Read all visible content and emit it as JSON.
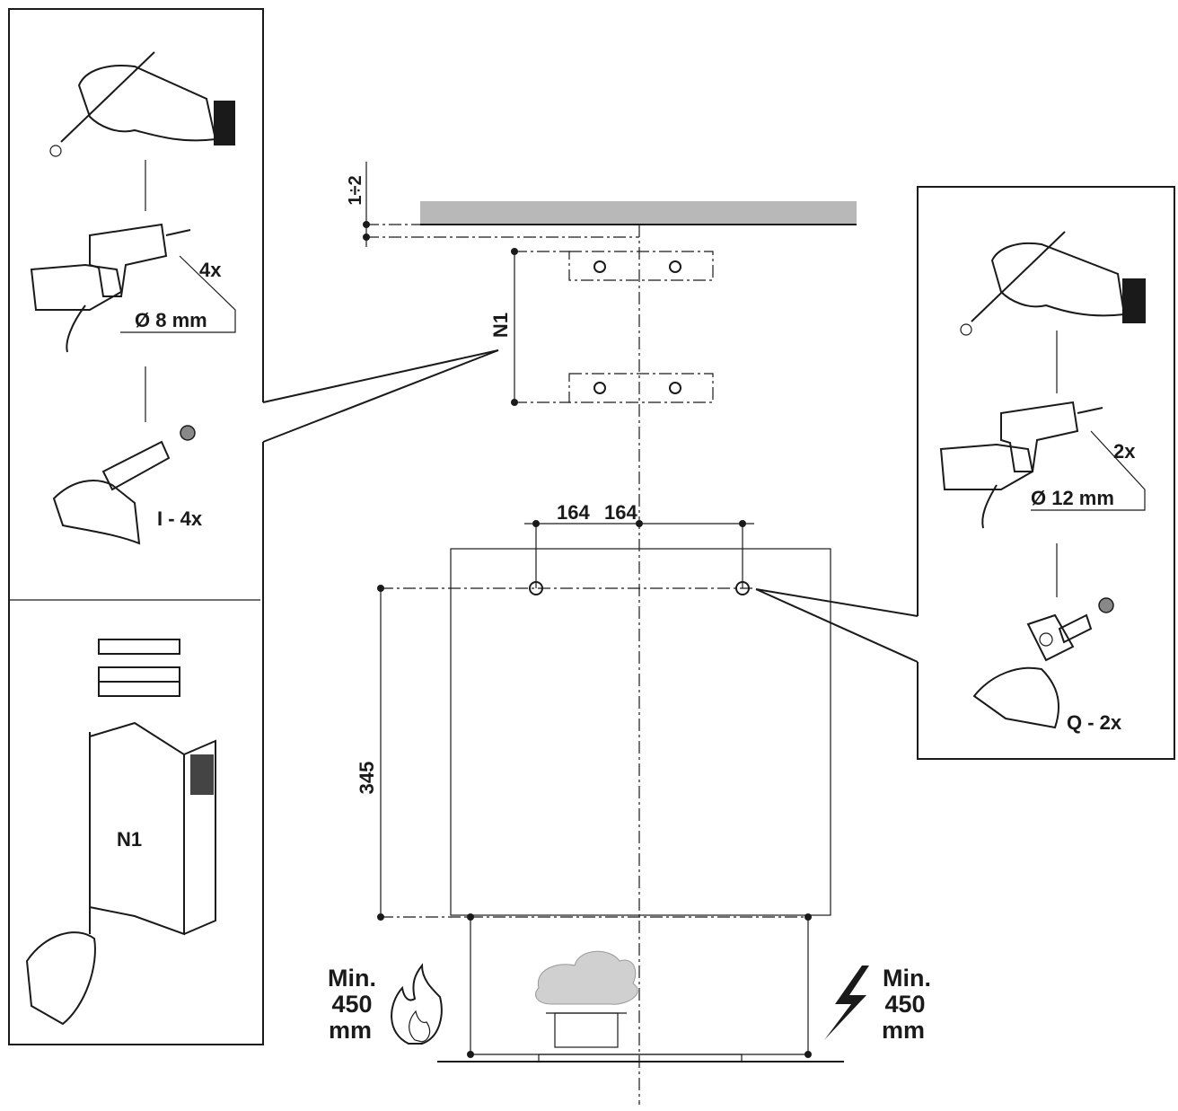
{
  "left_panel": {
    "drill_count": "4x",
    "drill_diameter": "Ø 8 mm",
    "plug_count": "I - 4x",
    "chimney_label": "N1"
  },
  "right_panel": {
    "drill_count": "2x",
    "drill_diameter": "Ø 12 mm",
    "screw_count": "Q - 2x"
  },
  "main": {
    "ceiling_gap": "1÷2",
    "bracket_label": "N1",
    "hole_spacing_left": "164",
    "hole_spacing_right": "164",
    "height_dimension": "345",
    "min_gas_line1": "Min.",
    "min_gas_line2": "450",
    "min_gas_line3": "mm",
    "min_electric_line1": "Min.",
    "min_electric_line2": "450",
    "min_electric_line3": "mm"
  }
}
